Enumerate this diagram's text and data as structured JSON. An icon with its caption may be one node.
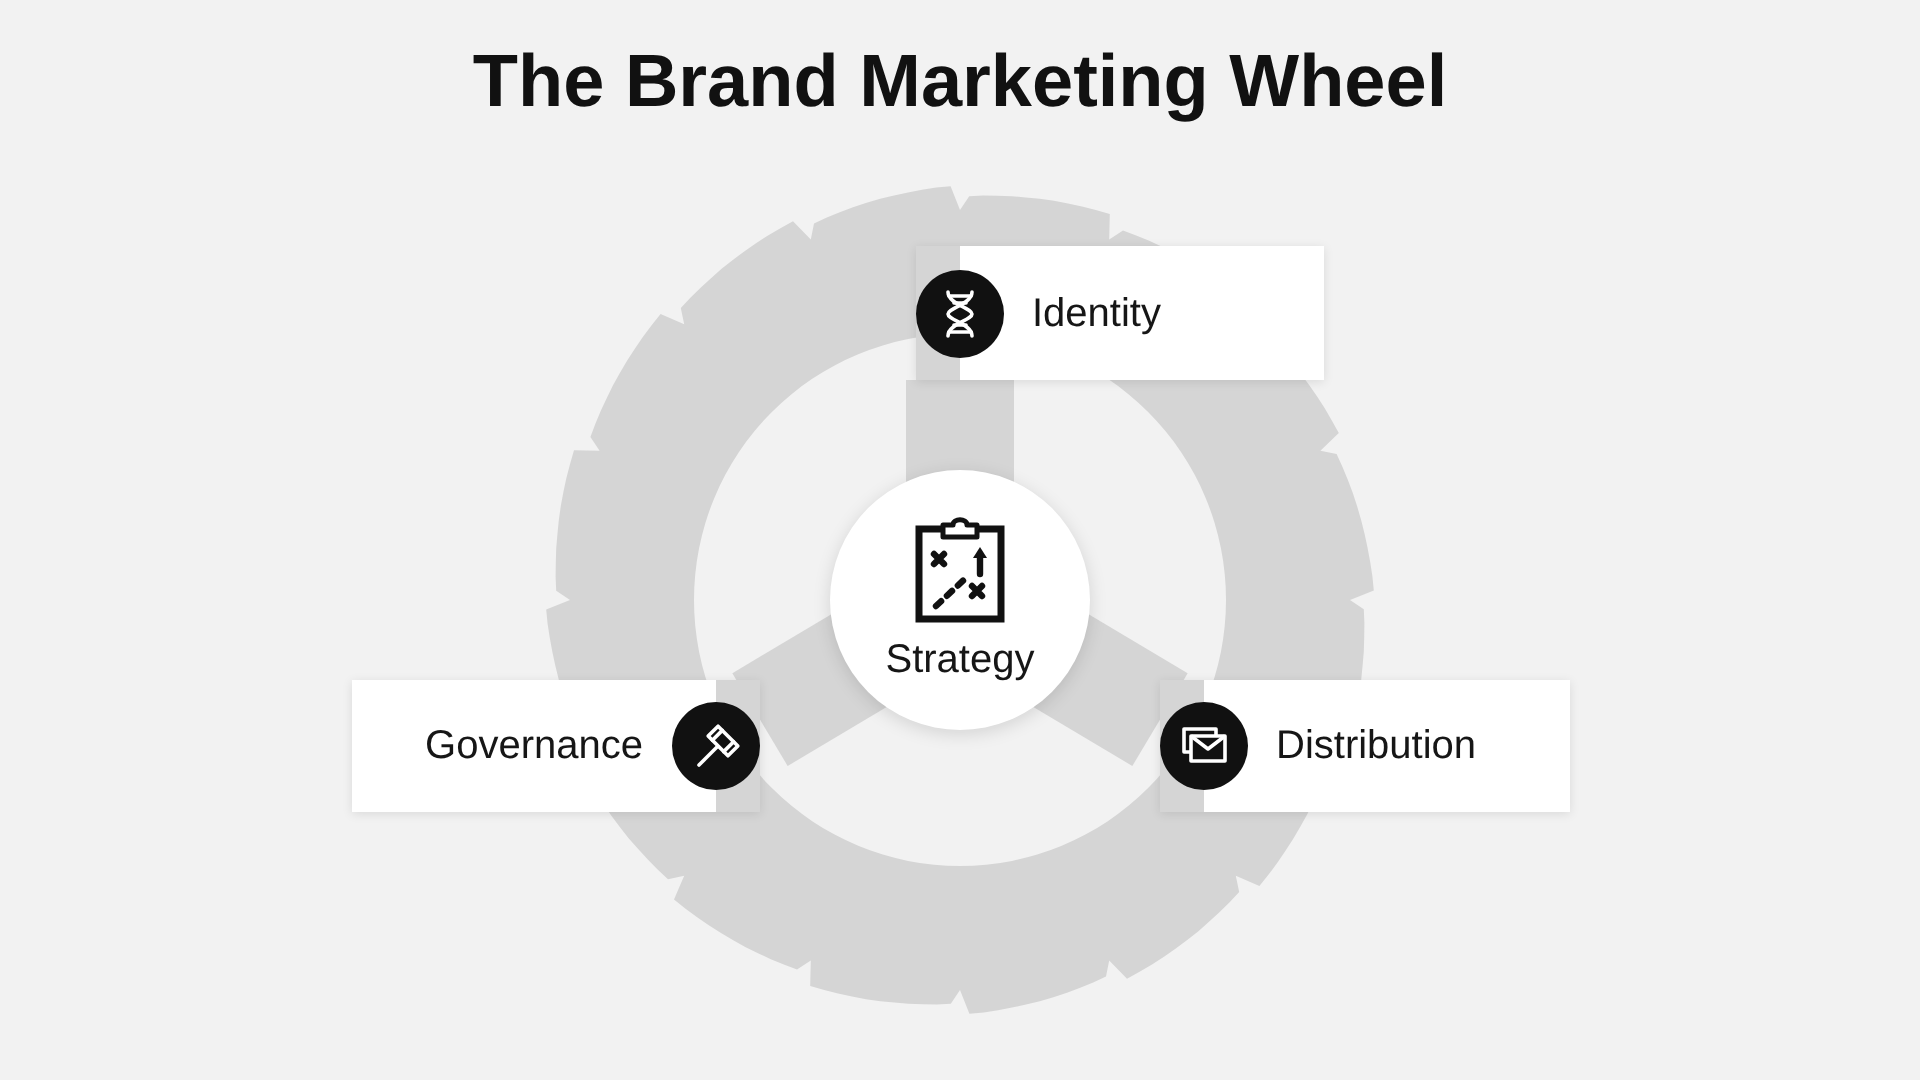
{
  "diagram": {
    "title": "The Brand Marketing Wheel",
    "nodes": [
      {
        "text": [
          "Identity"
        ]
      },
      {
        "text": [
          "Strategy"
        ]
      },
      {
        "text": [
          "Governance"
        ]
      },
      {
        "text": [
          "Distribution"
        ]
      }
    ],
    "edges": [
      {
        "from": 1,
        "to": 0,
        "arrow": "none"
      },
      {
        "from": 1,
        "to": 2,
        "arrow": "none"
      },
      {
        "from": 1,
        "to": 3,
        "arrow": "none"
      }
    ]
  }
}
